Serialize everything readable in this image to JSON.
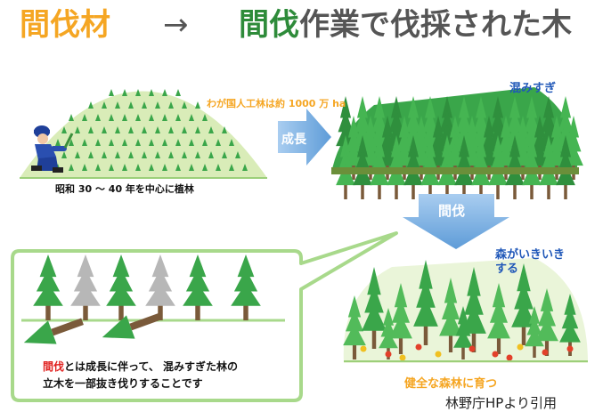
{
  "title": {
    "kanbatsuzai": "間伐材",
    "arrow": "→",
    "kanbatsu_green": "間伐",
    "rest": "作業で伐採された木"
  },
  "labels": {
    "planted": "昭和 30 〜 40 年を中心に植林",
    "area": "わが国人工林は約 1000 万 ha",
    "growth": "成長",
    "crowded": "混みすぎ",
    "thinning_arrow": "間伐",
    "vibrant": "森がいきいき\nする",
    "healthy": "健全な森林に育つ",
    "definition_term": "間伐",
    "definition_rest": "とは成長に伴って、 混みすぎた林の",
    "definition_line2": "立木を一部抜き伐りすることです",
    "source": "林野庁HPより引用"
  },
  "colors": {
    "orange": "#f5a623",
    "green_title": "#2e8b3a",
    "gray_title": "#555555",
    "arrow_blue": "#7fb2e3",
    "tree_green": "#3aa64a",
    "tree_gray": "#b7b7b7",
    "hill": "#d9ecb8",
    "bubble_border": "#a8d98b"
  },
  "icons": [
    "worker-icon",
    "right-arrow-icon",
    "down-arrow-icon",
    "tree-icon"
  ]
}
